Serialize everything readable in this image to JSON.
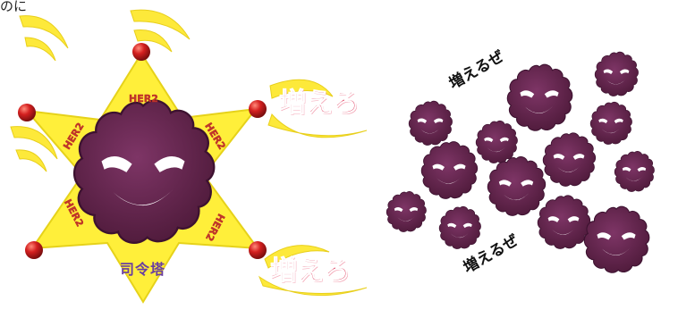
{
  "corner_text": "のに",
  "her2_label": "HER2",
  "grow_label": "増えろ",
  "command_tower_label": "司令塔",
  "slogan_label": "増えるぜ",
  "colors": {
    "star": "#ffef3a",
    "star_stroke": "#e6d21a",
    "wave": "#fde93a",
    "cell": "#6b2a52",
    "cell_dark": "#4e1a3a",
    "node": "#d42020",
    "grow_text": "#e14b6a",
    "command_text": "#6a3fa0"
  }
}
